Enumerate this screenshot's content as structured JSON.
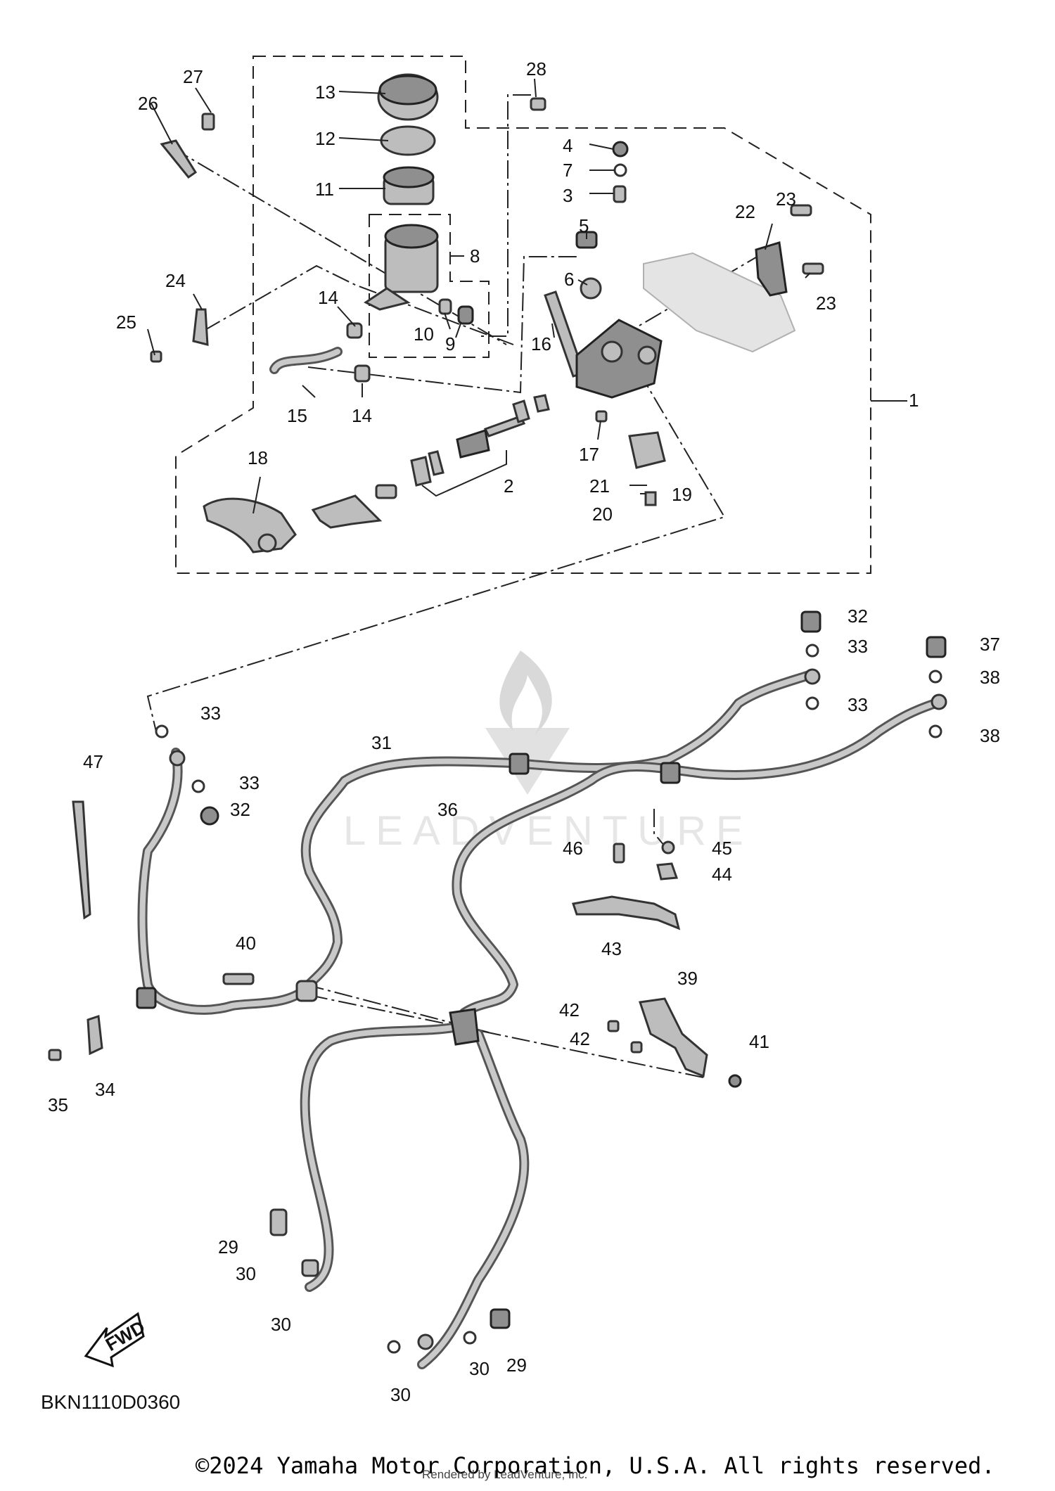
{
  "diagram": {
    "callouts": {
      "c1": "1",
      "c2": "2",
      "c3": "3",
      "c4": "4",
      "c5": "5",
      "c6": "6",
      "c7": "7",
      "c8": "8",
      "c9": "9",
      "c10": "10",
      "c11": "11",
      "c12": "12",
      "c13": "13",
      "c14a": "14",
      "c14b": "14",
      "c15": "15",
      "c16": "16",
      "c17": "17",
      "c18": "18",
      "c19": "19",
      "c20": "20",
      "c21": "21",
      "c22": "22",
      "c23a": "23",
      "c23b": "23",
      "c24": "24",
      "c25": "25",
      "c26": "26",
      "c27": "27",
      "c28": "28",
      "c29a": "29",
      "c29b": "29",
      "c30a": "30",
      "c30b": "30",
      "c30c": "30",
      "c30d": "30",
      "c31": "31",
      "c32a": "32",
      "c32b": "32",
      "c33a": "33",
      "c33b": "33",
      "c33c": "33",
      "c33d": "33",
      "c34": "34",
      "c35": "35",
      "c36": "36",
      "c37": "37",
      "c38a": "38",
      "c38b": "38",
      "c39": "39",
      "c40": "40",
      "c41": "41",
      "c42a": "42",
      "c42b": "42",
      "c43": "43",
      "c44": "44",
      "c45": "45",
      "c46": "46",
      "c47": "47"
    },
    "fwd_label": "FWD",
    "catalog_code": "BKN1110D0360",
    "copyright": "©2024 Yamaha Motor Corporation, U.S.A. All rights reserved.",
    "rendered_by": "Rendered by LeadVenture, Inc.",
    "watermark": "LEADVENTURE"
  }
}
